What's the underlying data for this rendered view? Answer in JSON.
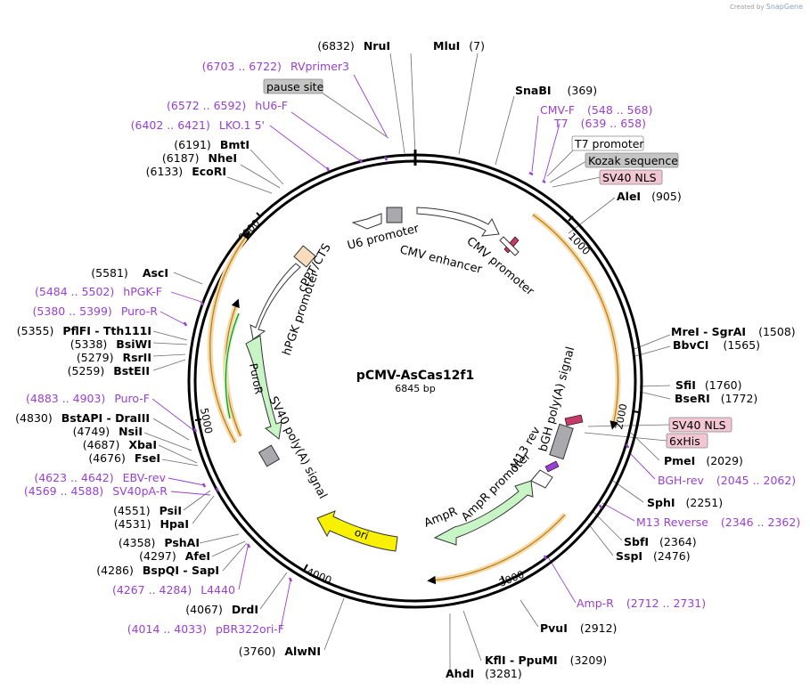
{
  "credit": {
    "prefix": "Created by",
    "brand": "SnapGene"
  },
  "plasmid": {
    "name": "pCMV-AsCas12f1",
    "size": "6845 bp"
  },
  "ticks": [
    "1000",
    "2000",
    "3000",
    "4000",
    "5000",
    "6000"
  ],
  "enzymes_right": [
    {
      "pos": "(7)",
      "name": "MluI"
    },
    {
      "name": "SnaBI",
      "pos": "(369)"
    },
    {
      "name": "AleI",
      "pos": "(905)"
    },
    {
      "name": "MreI  -  SgrAI",
      "pos": "(1508)"
    },
    {
      "name": "BbvCI",
      "pos": "(1565)"
    },
    {
      "name": "SfiI",
      "pos": "(1760)"
    },
    {
      "name": "BseRI",
      "pos": "(1772)"
    },
    {
      "name": "PmeI",
      "pos": "(2029)"
    },
    {
      "name": "SphI",
      "pos": "(2251)"
    },
    {
      "name": "SbfI",
      "pos": "(2364)"
    },
    {
      "name": "SspI",
      "pos": "(2476)"
    },
    {
      "name": "PvuI",
      "pos": "(2912)"
    },
    {
      "name": "KflI  -  PpuMI",
      "pos": "(3209)"
    },
    {
      "name": "AhdI",
      "pos": "(3281)"
    }
  ],
  "enzymes_left": [
    {
      "pos": "(6832)",
      "name": "NruI"
    },
    {
      "pos": "(6191)",
      "name": "BmtI"
    },
    {
      "pos": "(6187)",
      "name": "NheI"
    },
    {
      "pos": "(6133)",
      "name": "EcoRI"
    },
    {
      "pos": "(5581)",
      "name": "AscI"
    },
    {
      "pos": "(5355)",
      "name": "PflFI  -  Tth111I"
    },
    {
      "pos": "(5338)",
      "name": "BsiWI"
    },
    {
      "pos": "(5279)",
      "name": "RsrII"
    },
    {
      "pos": "(5259)",
      "name": "BstEII"
    },
    {
      "pos": "(4830)",
      "name": "BstAPI  -  DraIII"
    },
    {
      "pos": "(4749)",
      "name": "NsiI"
    },
    {
      "pos": "(4687)",
      "name": "XbaI"
    },
    {
      "pos": "(4676)",
      "name": "FseI"
    },
    {
      "pos": "(4551)",
      "name": "PsiI"
    },
    {
      "pos": "(4531)",
      "name": "HpaI"
    },
    {
      "pos": "(4358)",
      "name": "PshAI"
    },
    {
      "pos": "(4297)",
      "name": "AfeI"
    },
    {
      "pos": "(4286)",
      "name": "BspQI  -  SapI"
    },
    {
      "pos": "(4067)",
      "name": "DrdI"
    },
    {
      "pos": "(3760)",
      "name": "AlwNI"
    }
  ],
  "primers_right": [
    {
      "name": "CMV-F",
      "pos": "(548 .. 568)"
    },
    {
      "name": "T7",
      "pos": "(639 .. 658)"
    },
    {
      "name": "BGH-rev",
      "pos": "(2045 .. 2062)"
    },
    {
      "name": "M13 Reverse",
      "pos": "(2346 .. 2362)"
    },
    {
      "name": "Amp-R",
      "pos": "(2712 .. 2731)"
    }
  ],
  "primers_left": [
    {
      "pos": "(6703 .. 6722)",
      "name": "RVprimer3"
    },
    {
      "pos": "(6572 .. 6592)",
      "name": "hU6-F"
    },
    {
      "pos": "(6402 .. 6421)",
      "name": "LKO.1 5'"
    },
    {
      "pos": "(5484 .. 5502)",
      "name": "hPGK-F"
    },
    {
      "pos": "(5380 .. 5399)",
      "name": "Puro-R"
    },
    {
      "pos": "(4883 .. 4903)",
      "name": "Puro-F"
    },
    {
      "pos": "(4623 .. 4642)",
      "name": "EBV-rev"
    },
    {
      "pos": "(4569 .. 4588)",
      "name": "SV40pA-R"
    },
    {
      "pos": "(4267 .. 4284)",
      "name": "L4440"
    },
    {
      "pos": "(4014 .. 4033)",
      "name": "pBR322ori-F"
    }
  ],
  "boxed": [
    {
      "name": "pause site",
      "fill": "#c4c4c4"
    },
    {
      "name": "T7 promoter",
      "fill": "#ffffff"
    },
    {
      "name": "Kozak sequence",
      "fill": "#c4c4c4"
    },
    {
      "name": "SV40 NLS",
      "fill": "#f3c6d4"
    },
    {
      "name": "SV40 NLS",
      "fill": "#f3c6d4"
    },
    {
      "name": "6xHis",
      "fill": "#f3c6d4"
    }
  ],
  "features": {
    "u6": "U6 promoter",
    "cmv_enh": "CMV enhancer",
    "cmv_prom": "CMV promoter",
    "cppt": "cPPT/CTS",
    "hpgk": "hPGK promoter",
    "puror": "PuroR",
    "sv40pa": "SV40 poly(A) signal",
    "bgh": "bGH poly(A) signal",
    "m13rev": "M13 rev",
    "ampr_prom": "AmpR promoter",
    "ampr": "AmpR",
    "ori": "ori"
  },
  "colors": {
    "primer": "#9a3fd1",
    "orf_fill": "#f7d9a4",
    "orf_stroke": "#e0a33a",
    "puror_fill": "#c7f5c6",
    "ampr_fill": "#c7f5c6",
    "ori_fill": "#f7f000",
    "promoter_fill": "#ffffff",
    "terminator_fill": "#a9a9ae",
    "cppt_fill": "#f9dcbc"
  }
}
